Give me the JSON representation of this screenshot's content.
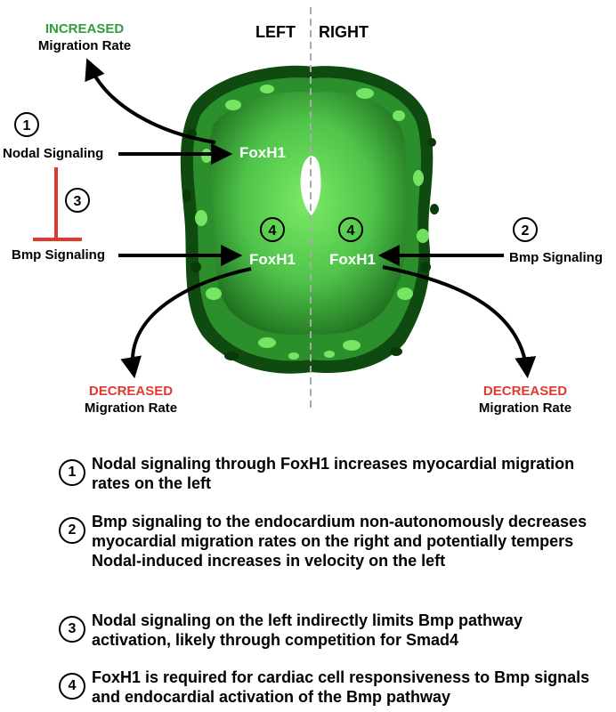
{
  "sides": {
    "left": "LEFT",
    "right": "RIGHT"
  },
  "labels": {
    "increased": "INCREASED",
    "migration_rate_top": "Migration Rate",
    "nodal_signaling": "Nodal Signaling",
    "bmp_signaling_left": "Bmp Signaling",
    "bmp_signaling_right": "Bmp Signaling",
    "decreased_left": "DECREASED",
    "migration_rate_left": "Migration Rate",
    "decreased_right": "DECREASED",
    "migration_rate_right": "Migration Rate",
    "foxh1_top": "FoxH1",
    "foxh1_left": "FoxH1",
    "foxh1_right": "FoxH1"
  },
  "markers": {
    "m1": "1",
    "m2": "2",
    "m3": "3",
    "m4_left": "4",
    "m4_right": "4"
  },
  "legend": [
    {
      "num": "1",
      "text": "Nodal signaling through FoxH1 increases myocardial migration rates on the left"
    },
    {
      "num": "2",
      "text": "Bmp signaling to the endocardium non-autonomously decreases myocardial migration rates on the right and potentially tempers Nodal-induced increases in velocity on the left"
    },
    {
      "num": "3",
      "text": "Nodal signaling on the left indirectly limits Bmp pathway activation, likely through competition for Smad4"
    },
    {
      "num": "4",
      "text": "FoxH1 is required for cardiac cell responsiveness to Bmp signals and endocardial activation of the Bmp pathway"
    }
  ],
  "colors": {
    "increased": "#2e9e3f",
    "decreased": "#e03a2f",
    "inhibition": "#e03a2f",
    "tissue_dark": "#0b3d0b",
    "tissue_mid": "#2f9a2f",
    "tissue_light": "#66dd55",
    "midline": "#aaaaaa"
  }
}
